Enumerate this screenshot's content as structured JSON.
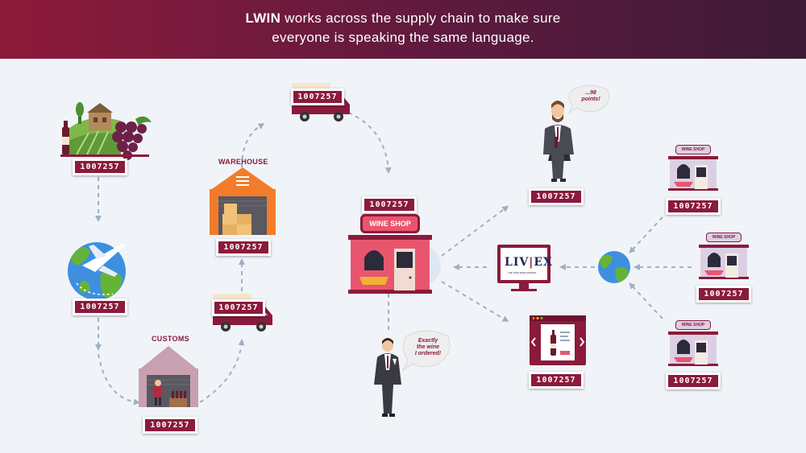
{
  "header": {
    "brand": "LWIN",
    "line1_rest": " works across the supply chain to make sure",
    "line2": "everyone is speaking the same language."
  },
  "code": "1007257",
  "labels": {
    "warehouse": "WAREHOUSE",
    "customs": "CUSTOMS",
    "wine_shop": "WINE SHOP",
    "small_shop": "WINE SHOP"
  },
  "bubbles": {
    "critic": [
      "...98",
      "points!"
    ],
    "customer": [
      "Exactly",
      "the wine",
      "I ordered!"
    ]
  },
  "livex": {
    "logo_left": "LIV",
    "logo_right": "EX",
    "tagline": "THE FINE WINE MARKET"
  },
  "colors": {
    "header_start": "#8e1a3b",
    "header_end": "#3c1a35",
    "badge": "#8b1a3c",
    "background": "#f0f4f9",
    "connector": "#9fb0c2"
  }
}
